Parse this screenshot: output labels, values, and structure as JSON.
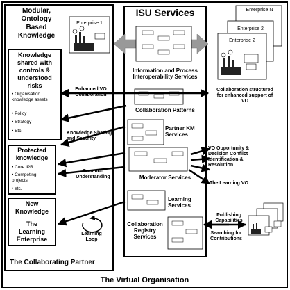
{
  "left_panel": {
    "title_lines": [
      "Modular,",
      "Ontology",
      "Based",
      "Knowledge"
    ],
    "knowledge_shared": {
      "title_lines": [
        "Knowledge",
        "shared with",
        "controls &",
        "understood",
        "risks"
      ],
      "items": [
        "Organisation knowledge assets",
        "Policy",
        "Strategy",
        "Etc."
      ]
    },
    "protected": {
      "title_lines": [
        "Protected",
        "knowledge"
      ],
      "items": [
        "Core IPR",
        "Competing projects",
        "etc."
      ]
    },
    "new_knowledge": {
      "title_lines": [
        "New",
        "Knowledge"
      ],
      "subtitle_lines": [
        "The",
        "Learning",
        "Enterprise"
      ]
    },
    "bottom_label": "The Collaborating Partner"
  },
  "isu": {
    "title": "ISU Services",
    "services": [
      {
        "lines": [
          "Information and Process",
          "Interoperability Services"
        ]
      },
      {
        "lines": [
          "Collaboration Patterns"
        ]
      },
      {
        "lines": [
          "Partner KM",
          "Services"
        ]
      },
      {
        "lines": [
          "Moderator Services"
        ]
      },
      {
        "lines": [
          "Learning",
          "Services"
        ]
      },
      {
        "lines": [
          "Collaboration",
          "Registry",
          "Services"
        ]
      }
    ]
  },
  "enterprises": {
    "left": "Enterprise 1",
    "right": [
      "Enterprise N",
      "Enterprise 2",
      "Enterprise 2"
    ]
  },
  "arrow_labels": {
    "enhanced_vo": [
      "Enhanced VO",
      "Collaboration"
    ],
    "collab_structured": [
      "Collaboration structured",
      "for enhanced support of",
      "VO"
    ],
    "knowledge_sharing": [
      "Knowledge Sharing",
      "and Security"
    ],
    "common_understanding": [
      "Common",
      "Understanding"
    ],
    "vo_opportunity": [
      "VO Opportunity &",
      "Decision Conflict",
      "Identification &",
      "Resolution"
    ],
    "learning_vo": [
      "The Learning VO"
    ],
    "learning_loop": [
      "Learning",
      "Loop"
    ],
    "publishing": [
      "Publishing",
      "Capabilities"
    ],
    "searching": [
      "Searching for",
      "Contributions"
    ]
  },
  "footer": "The Virtual Organisation"
}
